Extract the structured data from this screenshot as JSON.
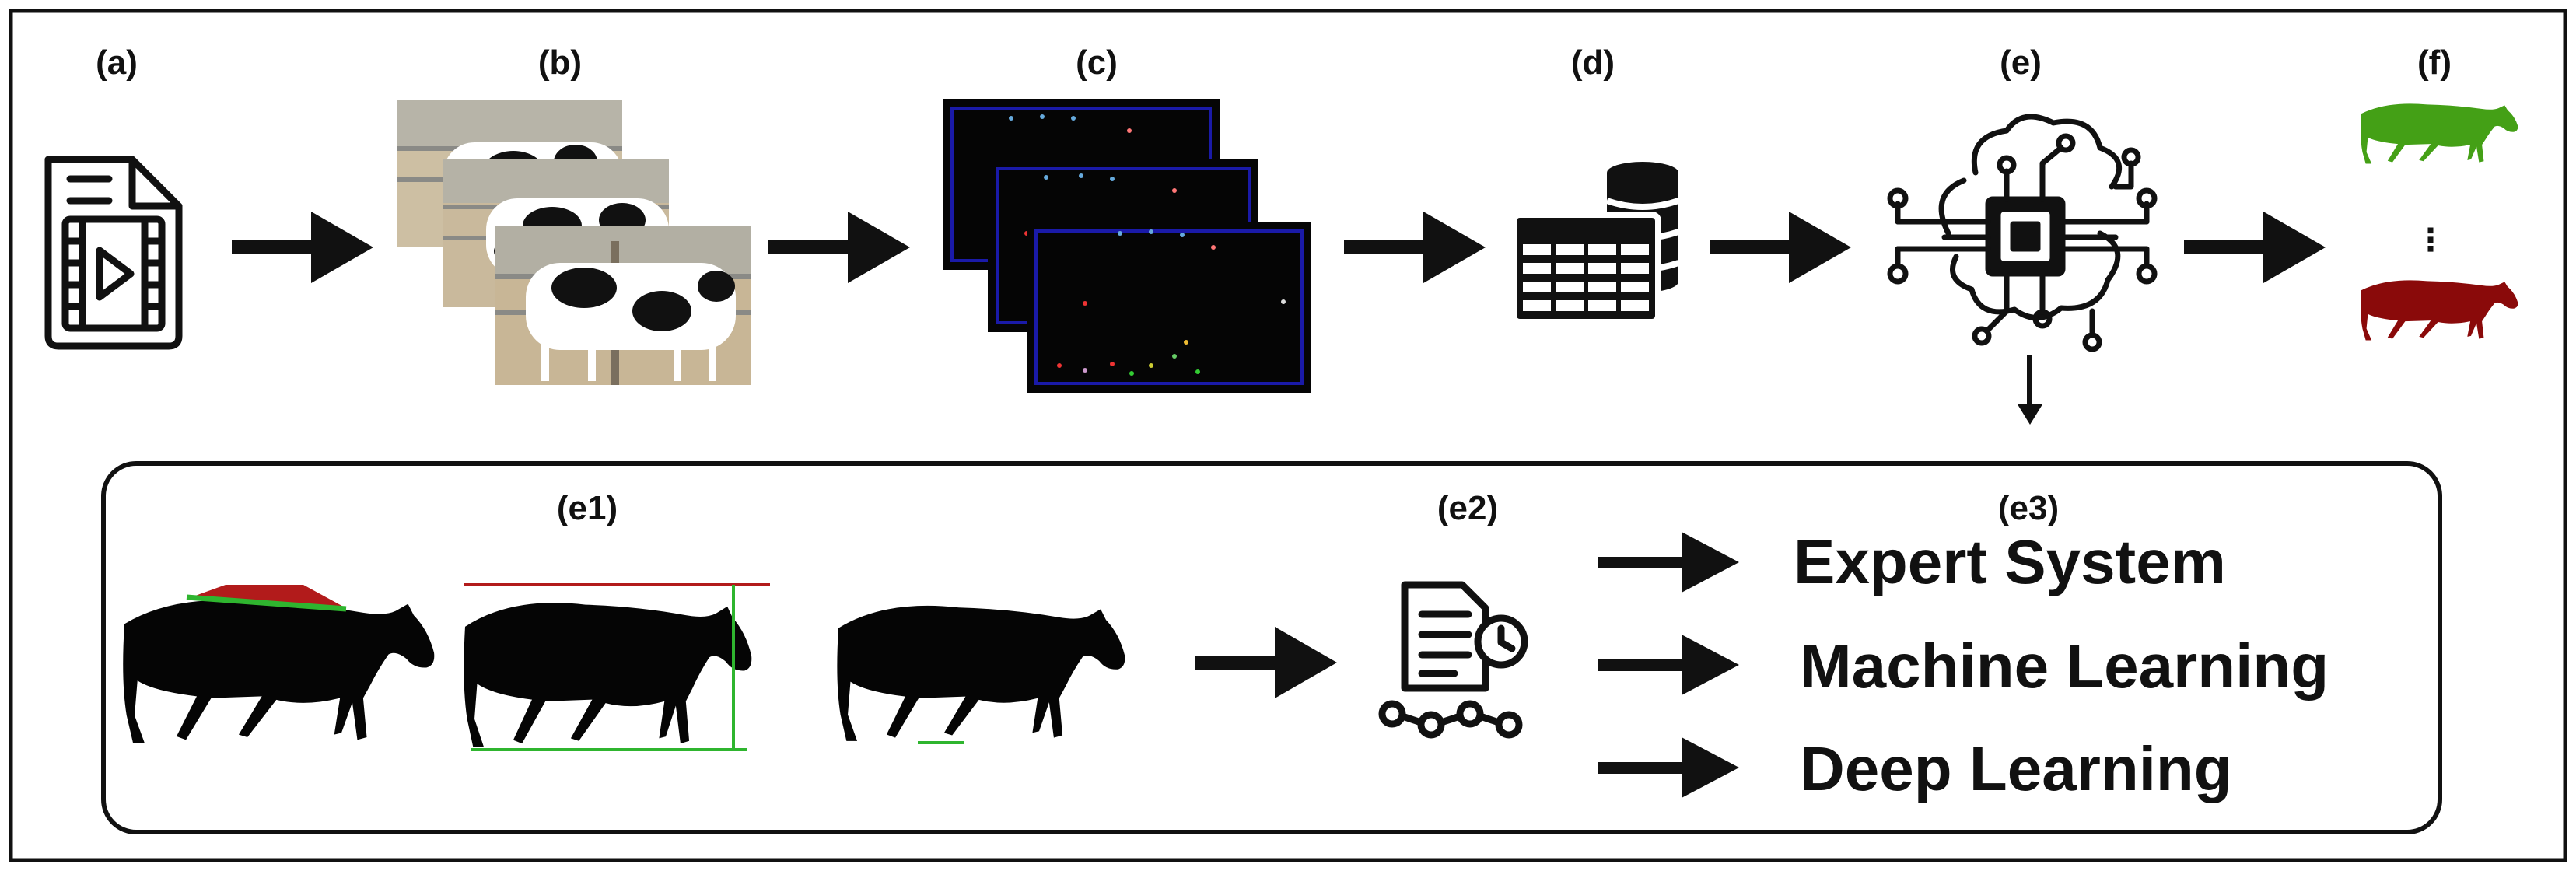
{
  "stages": {
    "a": {
      "label": "(a)",
      "icon": "video-file-icon"
    },
    "b": {
      "label": "(b)",
      "icon": "video-frames-icon"
    },
    "c": {
      "label": "(c)",
      "icon": "keypoint-frames-icon"
    },
    "d": {
      "label": "(d)",
      "icon": "database-table-icon"
    },
    "e": {
      "label": "(e)",
      "icon": "ai-chip-brain-icon"
    },
    "f": {
      "label": "(f)",
      "icon": "cow-classification-icon",
      "ellipsis": "⋮"
    }
  },
  "sub_stages": {
    "e1": {
      "label": "(e1)",
      "icon": "cow-silhouette-measurement-icon"
    },
    "e2": {
      "label": "(e2)",
      "icon": "feature-document-icon"
    },
    "e3": {
      "label": "(e3)"
    }
  },
  "methods": [
    "Expert System",
    "Machine Learning",
    "Deep Learning"
  ],
  "colors": {
    "healthy": "#44a016",
    "lame": "#8a0a0a",
    "frame_border": "#1a1aa8",
    "line_green": "#2fb52f",
    "line_red": "#b21b1b"
  }
}
